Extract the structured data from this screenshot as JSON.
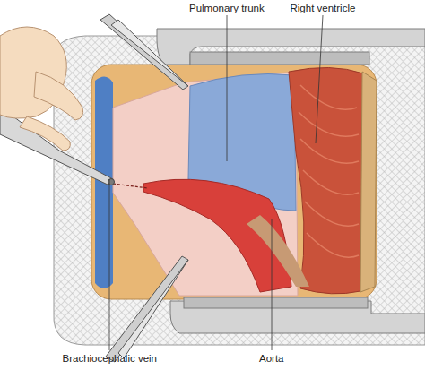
{
  "diagram": {
    "labels": [
      "Pulmonary trunk",
      "Right ventricle",
      "Brachiocephalic vein",
      "Aorta"
    ]
  }
}
